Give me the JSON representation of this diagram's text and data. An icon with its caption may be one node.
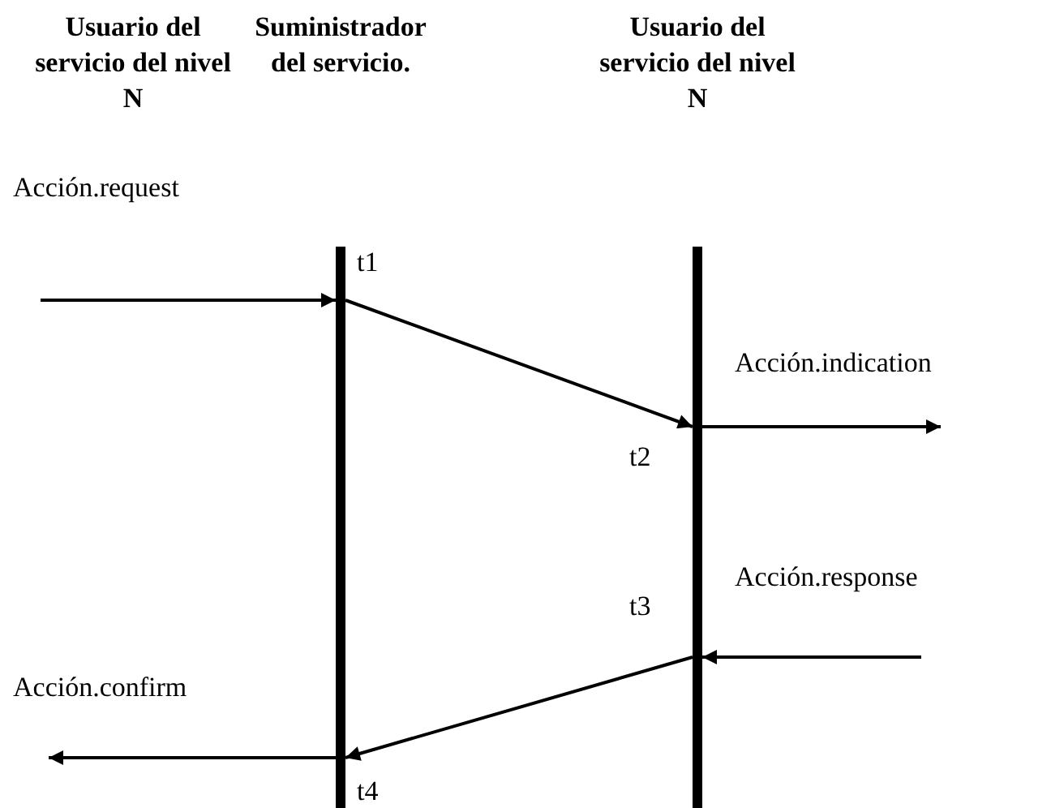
{
  "diagram": {
    "nodes": [
      {
        "text": [],
        "shape": "bar",
        "beside": [
          "t1",
          "t4"
        ]
      },
      {
        "text": [],
        "shape": "bar",
        "beside": [
          "t2",
          "t3"
        ]
      }
    ],
    "edges": [
      {
        "from": null,
        "to": 0,
        "arrow": "to",
        "label": "Acción.request"
      },
      {
        "from": 0,
        "to": 1,
        "arrow": "to"
      },
      {
        "from": 1,
        "to": null,
        "arrow": "to",
        "label": "Acción.indication"
      },
      {
        "from": null,
        "to": 1,
        "arrow": "to",
        "label": "Acción.response"
      },
      {
        "from": 1,
        "to": 0,
        "arrow": "to"
      },
      {
        "from": 0,
        "to": null,
        "arrow": "to",
        "label": "Acción.confirm"
      }
    ],
    "labels": [
      "Usuario del servicio del nivel N",
      "Suministrador del servicio.",
      "Usuario del servicio del nivel N"
    ]
  }
}
